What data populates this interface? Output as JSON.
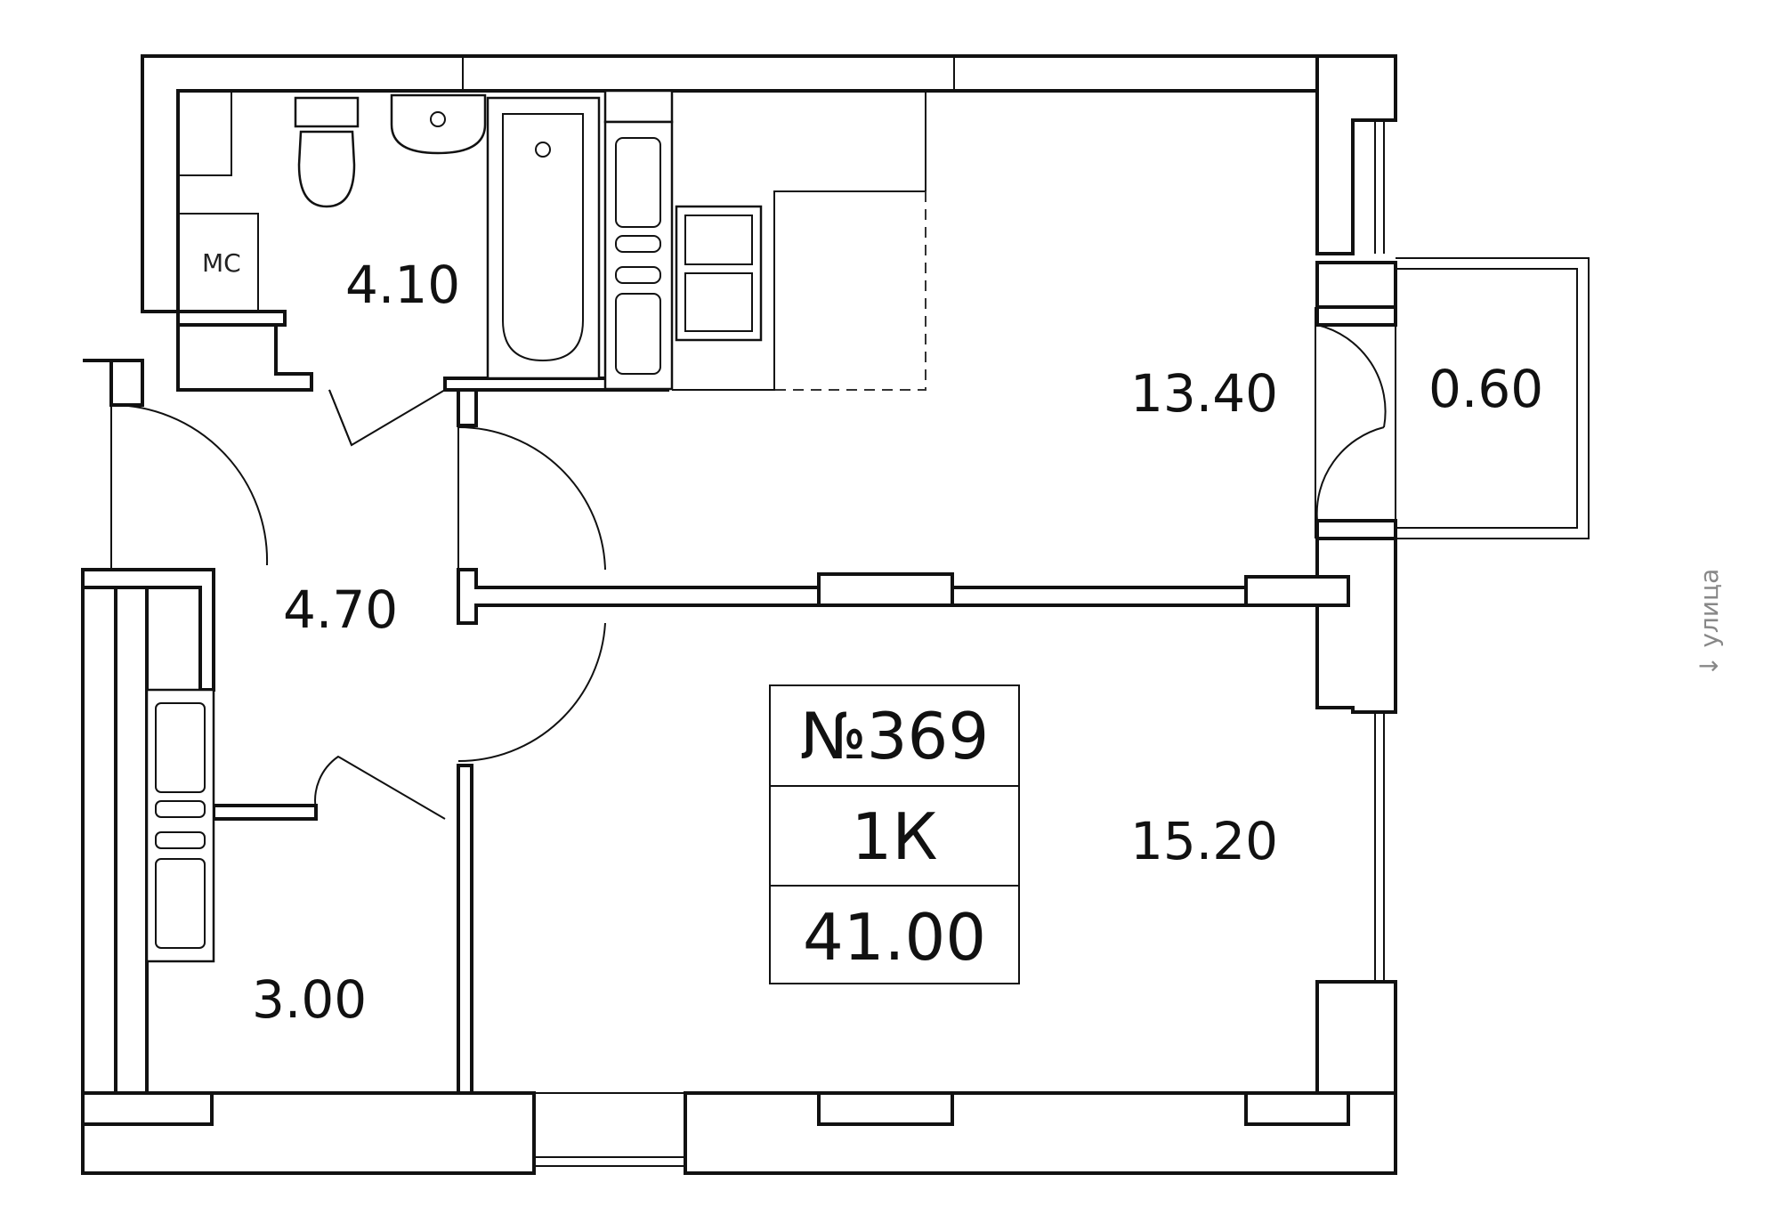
{
  "apartment": {
    "number": "№369",
    "type": "1К",
    "total_area": "41.00"
  },
  "rooms": {
    "bathroom": "4.10",
    "kitchen_living": "13.40",
    "balcony": "0.60",
    "hallway": "4.70",
    "bedroom": "15.20",
    "storage": "3.00"
  },
  "labels": {
    "mc": "МС",
    "street": "↓ улица"
  },
  "colors": {
    "wall_stroke": "#111111",
    "background": "#ffffff",
    "street_text": "#888888"
  }
}
